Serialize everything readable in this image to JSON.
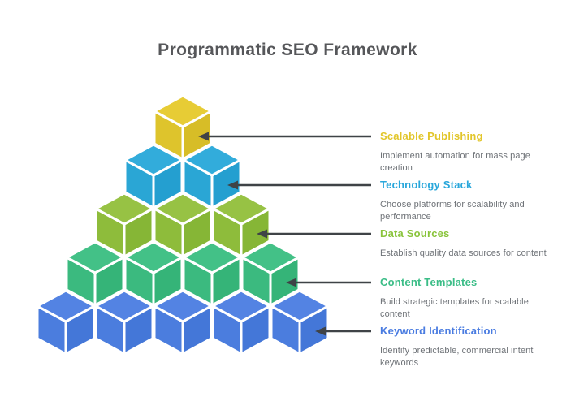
{
  "title": "Programmatic SEO Framework",
  "colors": {
    "title": "#56575A",
    "arrow": "#3F4347",
    "description": "#6E7277",
    "background": "#FFFFFF",
    "cube_stroke": "#FFFFFF"
  },
  "levels": [
    {
      "rank": 1,
      "label": "Scalable Publishing",
      "description": "Implement automation for mass page\ncreation",
      "label_color": "#E2C62B",
      "cube": {
        "top": "#E7CC35",
        "left": "#DEC42C",
        "right": "#D7BD27"
      }
    },
    {
      "rank": 2,
      "label": "Technology Stack",
      "description": "Choose platforms for scalability and\nperformance",
      "label_color": "#29A7DB",
      "cube": {
        "top": "#32ACDB",
        "left": "#2AA6D5",
        "right": "#249FD0"
      }
    },
    {
      "rank": 3,
      "label": "Data Sources",
      "description": "Establish quality data sources for content",
      "label_color": "#8AC43C",
      "cube": {
        "top": "#97C244",
        "left": "#8EBC3B",
        "right": "#86B636"
      }
    },
    {
      "rank": 4,
      "label": "Content Templates",
      "description": "Build strategic templates for scalable\ncontent",
      "label_color": "#3BBD87",
      "cube": {
        "top": "#43C187",
        "left": "#3BBA7F",
        "right": "#35B478"
      }
    },
    {
      "rank": 5,
      "label": "Keyword Identification",
      "description": "Identify predictable, commercial intent\nkeywords",
      "label_color": "#4A7CE1",
      "cube": {
        "top": "#5383E3",
        "left": "#4B7DDE",
        "right": "#4477D8"
      }
    }
  ]
}
